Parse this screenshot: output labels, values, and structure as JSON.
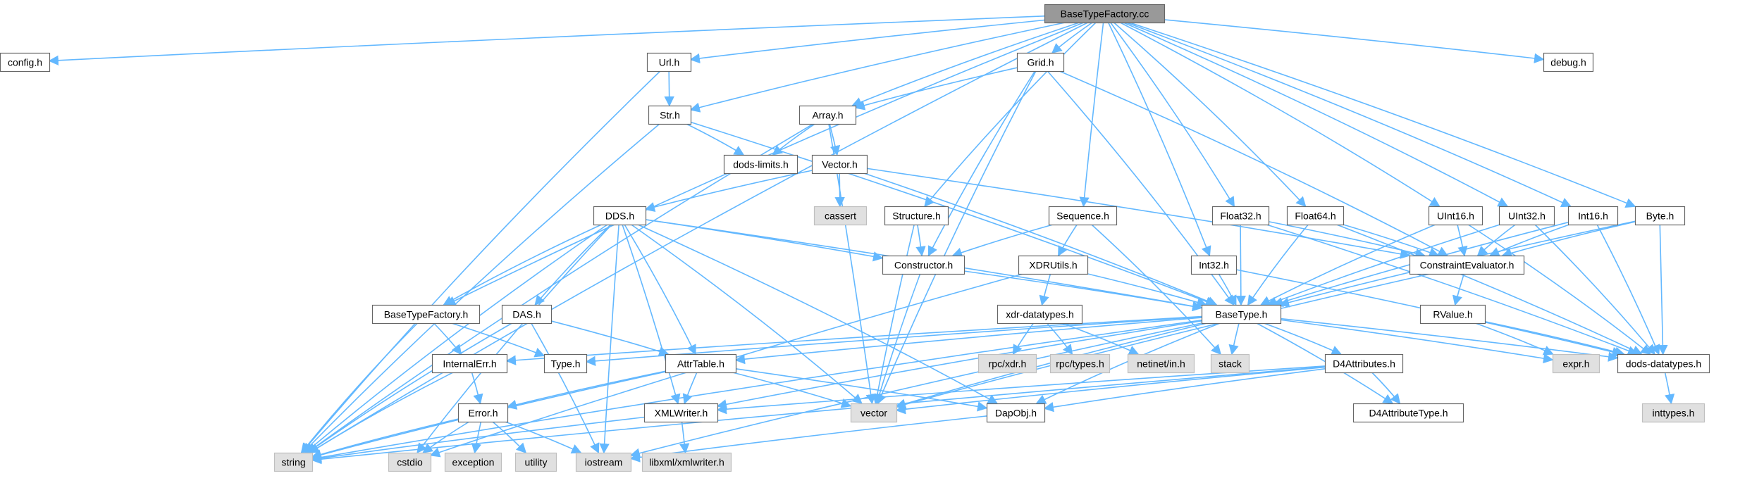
{
  "colors": {
    "edge": "#63b8ff",
    "node_border": "#666666",
    "node_fill": "#ffffff",
    "system_fill": "#e0e0e0",
    "system_border": "#bfbfbf",
    "root_fill": "#999999"
  },
  "nodes": [
    {
      "id": "root",
      "label": "BaseTypeFactory.cc",
      "kind": "root"
    },
    {
      "id": "config",
      "label": "config.h",
      "kind": "local"
    },
    {
      "id": "url",
      "label": "Url.h",
      "kind": "local"
    },
    {
      "id": "grid",
      "label": "Grid.h",
      "kind": "local"
    },
    {
      "id": "debug",
      "label": "debug.h",
      "kind": "local"
    },
    {
      "id": "str",
      "label": "Str.h",
      "kind": "local"
    },
    {
      "id": "array",
      "label": "Array.h",
      "kind": "local"
    },
    {
      "id": "doslimits",
      "label": "dods-limits.h",
      "kind": "local"
    },
    {
      "id": "vector_h",
      "label": "Vector.h",
      "kind": "local"
    },
    {
      "id": "cassert",
      "label": "cassert",
      "kind": "system"
    },
    {
      "id": "dds",
      "label": "DDS.h",
      "kind": "local"
    },
    {
      "id": "structure",
      "label": "Structure.h",
      "kind": "local"
    },
    {
      "id": "sequence",
      "label": "Sequence.h",
      "kind": "local"
    },
    {
      "id": "float32",
      "label": "Float32.h",
      "kind": "local"
    },
    {
      "id": "float64",
      "label": "Float64.h",
      "kind": "local"
    },
    {
      "id": "uint16",
      "label": "UInt16.h",
      "kind": "local"
    },
    {
      "id": "uint32",
      "label": "UInt32.h",
      "kind": "local"
    },
    {
      "id": "int16",
      "label": "Int16.h",
      "kind": "local"
    },
    {
      "id": "byte",
      "label": "Byte.h",
      "kind": "local"
    },
    {
      "id": "constructor",
      "label": "Constructor.h",
      "kind": "local"
    },
    {
      "id": "xdrutils",
      "label": "XDRUtils.h",
      "kind": "local"
    },
    {
      "id": "int32",
      "label": "Int32.h",
      "kind": "local"
    },
    {
      "id": "constraint",
      "label": "ConstraintEvaluator.h",
      "kind": "local"
    },
    {
      "id": "btf",
      "label": "BaseTypeFactory.h",
      "kind": "local"
    },
    {
      "id": "das",
      "label": "DAS.h",
      "kind": "local"
    },
    {
      "id": "basetype",
      "label": "BaseType.h",
      "kind": "local"
    },
    {
      "id": "xdrdatatypes",
      "label": "xdr-datatypes.h",
      "kind": "local"
    },
    {
      "id": "rvalue",
      "label": "RValue.h",
      "kind": "local"
    },
    {
      "id": "internalerr",
      "label": "InternalErr.h",
      "kind": "local"
    },
    {
      "id": "type",
      "label": "Type.h",
      "kind": "local"
    },
    {
      "id": "attrtable",
      "label": "AttrTable.h",
      "kind": "local"
    },
    {
      "id": "rpcxdr",
      "label": "rpc/xdr.h",
      "kind": "system"
    },
    {
      "id": "rpctypes",
      "label": "rpc/types.h",
      "kind": "system"
    },
    {
      "id": "netinet",
      "label": "netinet/in.h",
      "kind": "system"
    },
    {
      "id": "stack",
      "label": "stack",
      "kind": "system"
    },
    {
      "id": "d4attributes",
      "label": "D4Attributes.h",
      "kind": "local"
    },
    {
      "id": "expr",
      "label": "expr.h",
      "kind": "system"
    },
    {
      "id": "dodsdatatypes",
      "label": "dods-datatypes.h",
      "kind": "local"
    },
    {
      "id": "error",
      "label": "Error.h",
      "kind": "local"
    },
    {
      "id": "xmlwriter",
      "label": "XMLWriter.h",
      "kind": "local"
    },
    {
      "id": "vector",
      "label": "vector",
      "kind": "system"
    },
    {
      "id": "dapobj",
      "label": "DapObj.h",
      "kind": "local"
    },
    {
      "id": "d4attrtype",
      "label": "D4AttributeType.h",
      "kind": "local"
    },
    {
      "id": "inttypes",
      "label": "inttypes.h",
      "kind": "system"
    },
    {
      "id": "string",
      "label": "string",
      "kind": "system"
    },
    {
      "id": "cstdio",
      "label": "cstdio",
      "kind": "system"
    },
    {
      "id": "exception",
      "label": "exception",
      "kind": "system"
    },
    {
      "id": "utility",
      "label": "utility",
      "kind": "system"
    },
    {
      "id": "iostream",
      "label": "iostream",
      "kind": "system"
    },
    {
      "id": "libxml",
      "label": "libxml/xmlwriter.h",
      "kind": "system"
    }
  ],
  "edges": [
    [
      "root",
      "config"
    ],
    [
      "root",
      "url"
    ],
    [
      "root",
      "grid"
    ],
    [
      "root",
      "debug"
    ],
    [
      "root",
      "str"
    ],
    [
      "root",
      "array"
    ],
    [
      "root",
      "structure"
    ],
    [
      "root",
      "sequence"
    ],
    [
      "root",
      "float32"
    ],
    [
      "root",
      "float64"
    ],
    [
      "root",
      "uint16"
    ],
    [
      "root",
      "uint32"
    ],
    [
      "root",
      "int16"
    ],
    [
      "root",
      "byte"
    ],
    [
      "root",
      "int32"
    ],
    [
      "root",
      "btf"
    ],
    [
      "root",
      "string"
    ],
    [
      "url",
      "str"
    ],
    [
      "url",
      "string"
    ],
    [
      "str",
      "doslimits"
    ],
    [
      "str",
      "basetype"
    ],
    [
      "str",
      "string"
    ],
    [
      "grid",
      "array"
    ],
    [
      "grid",
      "constructor"
    ],
    [
      "grid",
      "basetype"
    ],
    [
      "grid",
      "constraint"
    ],
    [
      "grid",
      "vector"
    ],
    [
      "array",
      "doslimits"
    ],
    [
      "array",
      "vector_h"
    ],
    [
      "array",
      "string"
    ],
    [
      "array",
      "vector"
    ],
    [
      "vector_h",
      "cassert"
    ],
    [
      "vector_h",
      "dds"
    ],
    [
      "vector_h",
      "basetype"
    ],
    [
      "vector_h",
      "constraint"
    ],
    [
      "dds",
      "btf"
    ],
    [
      "dds",
      "das"
    ],
    [
      "dds",
      "constructor"
    ],
    [
      "dds",
      "basetype"
    ],
    [
      "dds",
      "xmlwriter"
    ],
    [
      "dds",
      "string"
    ],
    [
      "dds",
      "vector"
    ],
    [
      "dds",
      "dapobj"
    ],
    [
      "dds",
      "iostream"
    ],
    [
      "dds",
      "cstdio"
    ],
    [
      "dds",
      "attrtable"
    ],
    [
      "structure",
      "constructor"
    ],
    [
      "structure",
      "vector"
    ],
    [
      "sequence",
      "constructor"
    ],
    [
      "sequence",
      "xdrutils"
    ],
    [
      "sequence",
      "stack"
    ],
    [
      "constructor",
      "basetype"
    ],
    [
      "constructor",
      "vector"
    ],
    [
      "xdrutils",
      "xdrdatatypes"
    ],
    [
      "xdrutils",
      "basetype"
    ],
    [
      "xdrutils",
      "cstdio"
    ],
    [
      "xdrdatatypes",
      "rpcxdr"
    ],
    [
      "xdrdatatypes",
      "rpctypes"
    ],
    [
      "xdrdatatypes",
      "netinet"
    ],
    [
      "float32",
      "basetype"
    ],
    [
      "float32",
      "constraint"
    ],
    [
      "float32",
      "dodsdatatypes"
    ],
    [
      "float64",
      "basetype"
    ],
    [
      "float64",
      "constraint"
    ],
    [
      "float64",
      "dodsdatatypes"
    ],
    [
      "uint16",
      "basetype"
    ],
    [
      "uint16",
      "constraint"
    ],
    [
      "uint16",
      "dodsdatatypes"
    ],
    [
      "uint32",
      "basetype"
    ],
    [
      "uint32",
      "constraint"
    ],
    [
      "uint32",
      "dodsdatatypes"
    ],
    [
      "int16",
      "basetype"
    ],
    [
      "int16",
      "constraint"
    ],
    [
      "int16",
      "dodsdatatypes"
    ],
    [
      "byte",
      "basetype"
    ],
    [
      "byte",
      "constraint"
    ],
    [
      "byte",
      "dodsdatatypes"
    ],
    [
      "int32",
      "basetype"
    ],
    [
      "int32",
      "dodsdatatypes"
    ],
    [
      "constraint",
      "rvalue"
    ],
    [
      "constraint",
      "vector"
    ],
    [
      "rvalue",
      "expr"
    ],
    [
      "rvalue",
      "dodsdatatypes"
    ],
    [
      "btf",
      "internalerr"
    ],
    [
      "btf",
      "type"
    ],
    [
      "btf",
      "string"
    ],
    [
      "das",
      "attrtable"
    ],
    [
      "das",
      "string"
    ],
    [
      "das",
      "iostream"
    ],
    [
      "basetype",
      "internalerr"
    ],
    [
      "basetype",
      "type"
    ],
    [
      "basetype",
      "attrtable"
    ],
    [
      "basetype",
      "stack"
    ],
    [
      "basetype",
      "d4attributes"
    ],
    [
      "basetype",
      "expr"
    ],
    [
      "basetype",
      "dodsdatatypes"
    ],
    [
      "basetype",
      "vector"
    ],
    [
      "basetype",
      "dapobj"
    ],
    [
      "basetype",
      "string"
    ],
    [
      "basetype",
      "iostream"
    ],
    [
      "basetype",
      "d4attrtype"
    ],
    [
      "basetype",
      "xmlwriter"
    ],
    [
      "internalerr",
      "error"
    ],
    [
      "internalerr",
      "string"
    ],
    [
      "attrtable",
      "error"
    ],
    [
      "attrtable",
      "xmlwriter"
    ],
    [
      "attrtable",
      "vector"
    ],
    [
      "attrtable",
      "dapobj"
    ],
    [
      "attrtable",
      "string"
    ],
    [
      "d4attributes",
      "d4attrtype"
    ],
    [
      "d4attributes",
      "xmlwriter"
    ],
    [
      "d4attributes",
      "vector"
    ],
    [
      "d4attributes",
      "dapobj"
    ],
    [
      "d4attributes",
      "string"
    ],
    [
      "dodsdatatypes",
      "inttypes"
    ],
    [
      "error",
      "string"
    ],
    [
      "error",
      "cstdio"
    ],
    [
      "error",
      "exception"
    ],
    [
      "error",
      "utility"
    ],
    [
      "error",
      "iostream"
    ],
    [
      "xmlwriter",
      "libxml"
    ],
    [
      "xmlwriter",
      "string"
    ],
    [
      "dapobj",
      "iostream"
    ]
  ]
}
